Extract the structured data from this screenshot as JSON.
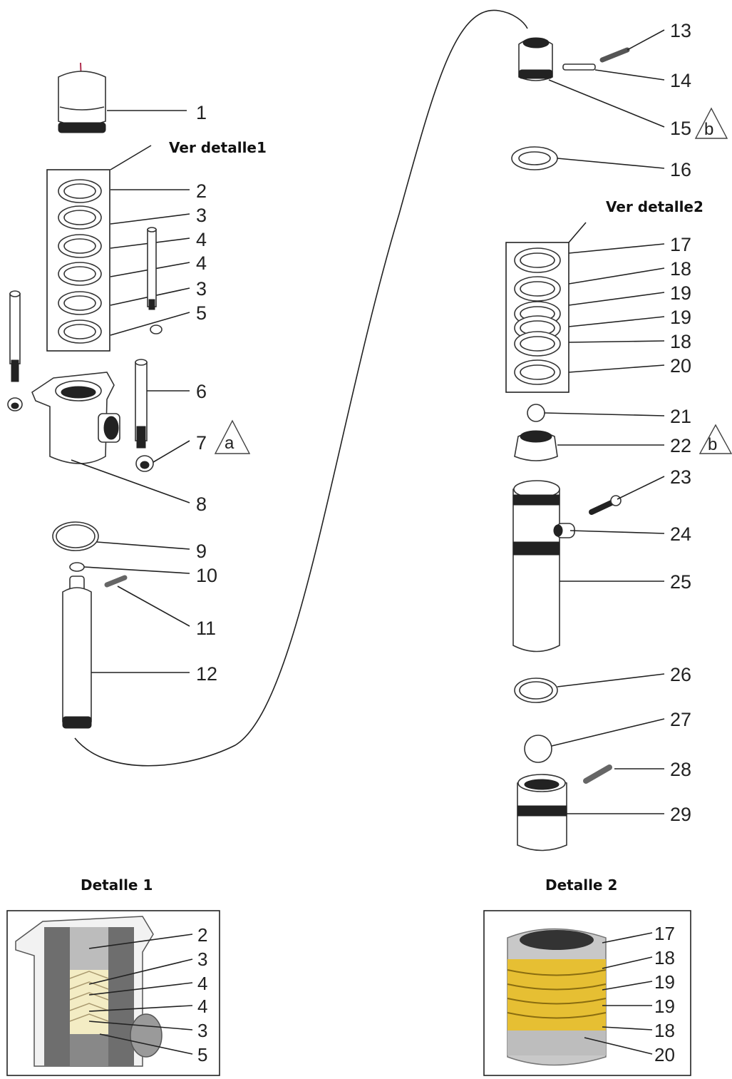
{
  "headers": {
    "ver_detalle1": "Ver detalle1",
    "ver_detalle2": "Ver detalle2",
    "detalle1": "Detalle 1",
    "detalle2": "Detalle 2"
  },
  "left_labels": [
    "1",
    "2",
    "3",
    "4",
    "4",
    "3",
    "5",
    "6",
    "7",
    "8",
    "9",
    "10",
    "11",
    "12"
  ],
  "right_labels": [
    "13",
    "14",
    "15",
    "16",
    "17",
    "18",
    "19",
    "19",
    "18",
    "20",
    "21",
    "22",
    "23",
    "24",
    "25",
    "26",
    "27",
    "28",
    "29"
  ],
  "detail1_labels": [
    "2",
    "3",
    "4",
    "4",
    "3",
    "5"
  ],
  "detail2_labels": [
    "17",
    "18",
    "19",
    "19",
    "18",
    "20"
  ],
  "flags": {
    "a": "a",
    "b1": "b",
    "b2": "b"
  }
}
